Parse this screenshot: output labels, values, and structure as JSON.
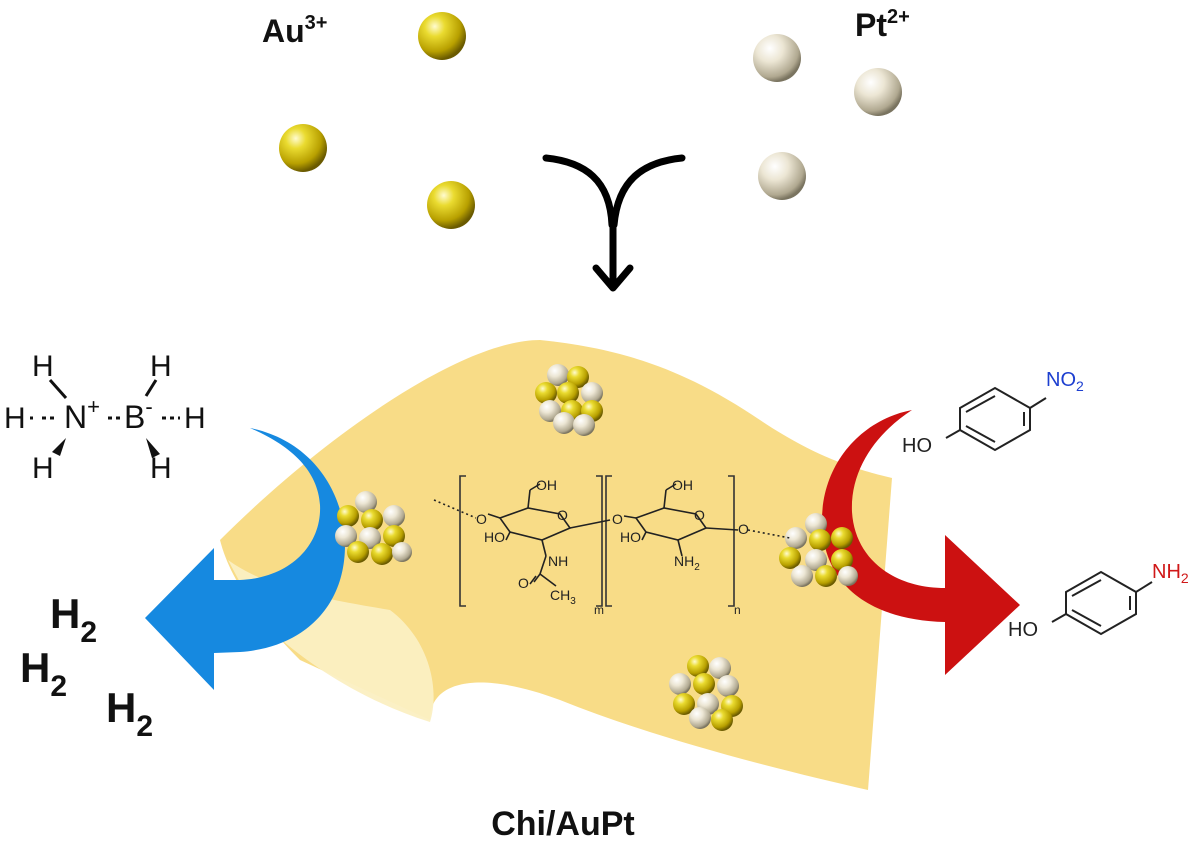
{
  "ions": {
    "gold": {
      "symbol": "Au",
      "charge": "3+"
    },
    "platinum": {
      "symbol": "Pt",
      "charge": "2+"
    }
  },
  "colors": {
    "gold_sphere": "#d8c20c",
    "platinum_sphere": "#ece6d4",
    "film": "#f7d87a",
    "film_light": "#fbefc2",
    "blue_arrow": "#1689e0",
    "red_arrow": "#cc1111",
    "nitro_blue": "#1d3fd0",
    "amine_red": "#d01818"
  },
  "ammonia_borane": {
    "h": "H",
    "n": "N",
    "n_charge": "+",
    "b": "B",
    "b_charge": "-"
  },
  "hydrogen": {
    "symbol": "H",
    "subscript": "2"
  },
  "chitosan": {
    "oh": "OH",
    "o": "O",
    "ho": "HO",
    "nh": "NH",
    "nh2": "NH",
    "nh2_sub": "2",
    "ch3": "CH",
    "ch3_sub": "3",
    "m": "m",
    "n": "n"
  },
  "nitrophenol": {
    "no2": "NO",
    "no2_sub": "2",
    "ho": "HO"
  },
  "aminophenol": {
    "nh2": "NH",
    "nh2_sub": "2",
    "ho": "HO"
  },
  "catalyst_label": "Chi/AuPt"
}
